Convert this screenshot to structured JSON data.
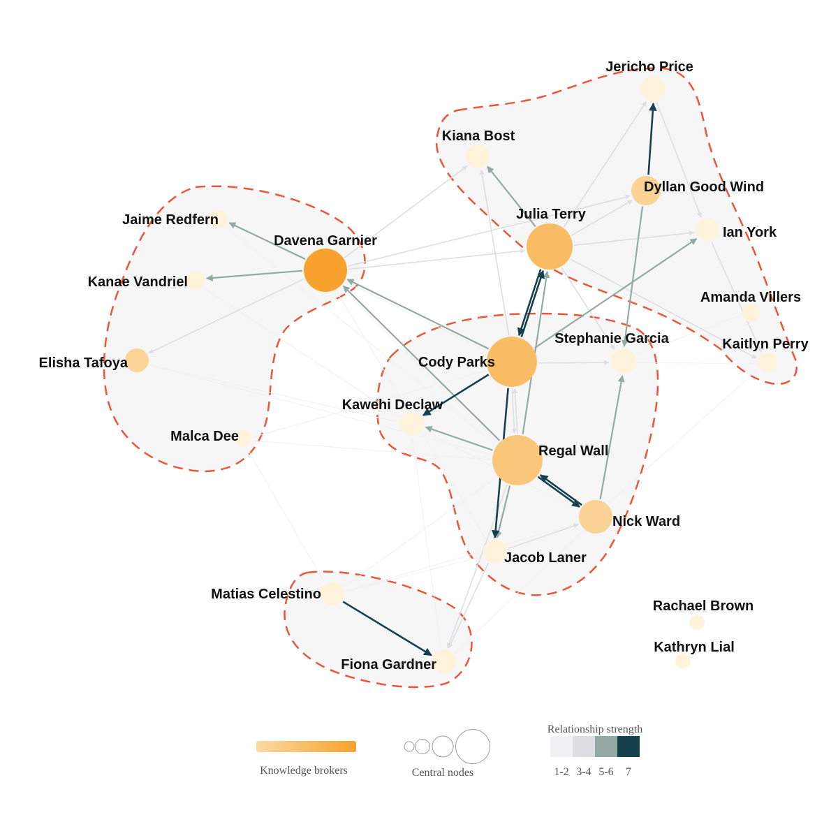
{
  "legend": {
    "brokers_label": "Knowledge brokers",
    "central_label": "Central nodes",
    "strength_title": "Relationship strength",
    "strength_bins": [
      "1-2",
      "3-4",
      "5-6",
      "7"
    ],
    "strength_colors": [
      "#f1f1f3",
      "#dcdee3",
      "#93aaa4",
      "#15414f"
    ],
    "broker_gradient": [
      "#fbdaa3",
      "#f7a22e"
    ]
  },
  "style": {
    "cluster_fill": "#f6f6f6",
    "cluster_stroke": "#e9563a"
  },
  "people": [
    {
      "id": "jericho",
      "name": "Jericho Price"
    },
    {
      "id": "kiana",
      "name": "Kiana Bost"
    },
    {
      "id": "dyllan",
      "name": "Dyllan Good Wind"
    },
    {
      "id": "julia",
      "name": "Julia Terry"
    },
    {
      "id": "ian",
      "name": "Ian York"
    },
    {
      "id": "jaime",
      "name": "Jaime Redfern"
    },
    {
      "id": "davena",
      "name": "Davena Garnier"
    },
    {
      "id": "kanae",
      "name": "Kanae Vandriel"
    },
    {
      "id": "amanda",
      "name": "Amanda Villers"
    },
    {
      "id": "stephanie",
      "name": "Stephanie Garcia"
    },
    {
      "id": "kaitlyn",
      "name": "Kaitlyn Perry"
    },
    {
      "id": "elisha",
      "name": "Elisha Tafoya"
    },
    {
      "id": "cody",
      "name": "Cody Parks"
    },
    {
      "id": "kawehi",
      "name": "Kawehi Declaw"
    },
    {
      "id": "malca",
      "name": "Malca Dee"
    },
    {
      "id": "regal",
      "name": "Regal Wall"
    },
    {
      "id": "nick",
      "name": "Nick Ward"
    },
    {
      "id": "jacob",
      "name": "Jacob Laner"
    },
    {
      "id": "matias",
      "name": "Matias Celestino"
    },
    {
      "id": "fiona",
      "name": "Fiona Gardner"
    },
    {
      "id": "rachael",
      "name": "Rachael Brown"
    },
    {
      "id": "kathryn",
      "name": "Kathryn Lial"
    }
  ],
  "relationships": [
    {
      "from": "dyllan",
      "to": "jericho",
      "strength": 7
    },
    {
      "from": "cody",
      "to": "julia",
      "strength": 7
    },
    {
      "from": "julia",
      "to": "cody",
      "strength": 7
    },
    {
      "from": "cody",
      "to": "kawehi",
      "strength": 7
    },
    {
      "from": "cody",
      "to": "jacob",
      "strength": 7
    },
    {
      "from": "regal",
      "to": "nick",
      "strength": 7
    },
    {
      "from": "nick",
      "to": "regal",
      "strength": 7
    },
    {
      "from": "matias",
      "to": "fiona",
      "strength": 7
    },
    {
      "from": "davena",
      "to": "jaime",
      "strength": 5
    },
    {
      "from": "davena",
      "to": "kanae",
      "strength": 5
    },
    {
      "from": "cody",
      "to": "davena",
      "strength": 5
    },
    {
      "from": "regal",
      "to": "davena",
      "strength": 5
    },
    {
      "from": "julia",
      "to": "kiana",
      "strength": 5
    },
    {
      "from": "cody",
      "to": "ian",
      "strength": 5
    },
    {
      "from": "regal",
      "to": "julia",
      "strength": 5
    },
    {
      "from": "regal",
      "to": "kawehi",
      "strength": 5
    },
    {
      "from": "nick",
      "to": "stephanie",
      "strength": 5
    },
    {
      "from": "dyllan",
      "to": "stephanie",
      "strength": 5
    },
    {
      "from": "regal",
      "to": "jacob",
      "strength": 5
    },
    {
      "from": "davena",
      "to": "elisha",
      "strength": 3
    },
    {
      "from": "davena",
      "to": "kiana",
      "strength": 3
    },
    {
      "from": "davena",
      "to": "dyllan",
      "strength": 3
    },
    {
      "from": "davena",
      "to": "julia",
      "strength": 3
    },
    {
      "from": "julia",
      "to": "jericho",
      "strength": 3
    },
    {
      "from": "julia",
      "to": "ian",
      "strength": 3
    },
    {
      "from": "julia",
      "to": "kaitlyn",
      "strength": 3
    },
    {
      "from": "julia",
      "to": "stephanie",
      "strength": 3
    },
    {
      "from": "cody",
      "to": "kiana",
      "strength": 3
    },
    {
      "from": "cody",
      "to": "stephanie",
      "strength": 3
    },
    {
      "from": "cody",
      "to": "regal",
      "strength": 3
    },
    {
      "from": "jacob",
      "to": "fiona",
      "strength": 3
    },
    {
      "from": "regal",
      "to": "fiona",
      "strength": 3
    },
    {
      "from": "julia",
      "to": "dyllan",
      "strength": 3
    },
    {
      "from": "jericho",
      "to": "ian",
      "strength": 3
    },
    {
      "from": "jacob",
      "to": "nick",
      "strength": 3
    },
    {
      "from": "regal",
      "to": "cody",
      "strength": 3
    },
    {
      "from": "ian",
      "to": "kaitlyn",
      "strength": 3
    },
    {
      "from": "malca",
      "to": "matias",
      "strength": 1
    },
    {
      "from": "davena",
      "to": "regal",
      "strength": 1
    },
    {
      "from": "davena",
      "to": "jacob",
      "strength": 1
    },
    {
      "from": "elisha",
      "to": "regal",
      "strength": 1
    },
    {
      "from": "malca",
      "to": "regal",
      "strength": 1
    },
    {
      "from": "malca",
      "to": "cody",
      "strength": 1
    },
    {
      "from": "kawehi",
      "to": "nick",
      "strength": 1
    },
    {
      "from": "matias",
      "to": "regal",
      "strength": 1
    },
    {
      "from": "matias",
      "to": "jacob",
      "strength": 1
    },
    {
      "from": "fiona",
      "to": "nick",
      "strength": 1
    },
    {
      "from": "stephanie",
      "to": "kaitlyn",
      "strength": 1
    },
    {
      "from": "amanda",
      "to": "stephanie",
      "strength": 1
    },
    {
      "from": "davena",
      "to": "cody",
      "strength": 1
    },
    {
      "from": "kawehi",
      "to": "fiona",
      "strength": 1
    },
    {
      "from": "kanae",
      "to": "kawehi",
      "strength": 1
    },
    {
      "from": "elisha",
      "to": "kawehi",
      "strength": 1
    },
    {
      "from": "jaime",
      "to": "regal",
      "strength": 1
    },
    {
      "from": "kaitlyn",
      "to": "nick",
      "strength": 1
    },
    {
      "from": "matias",
      "to": "nick",
      "strength": 1
    }
  ]
}
